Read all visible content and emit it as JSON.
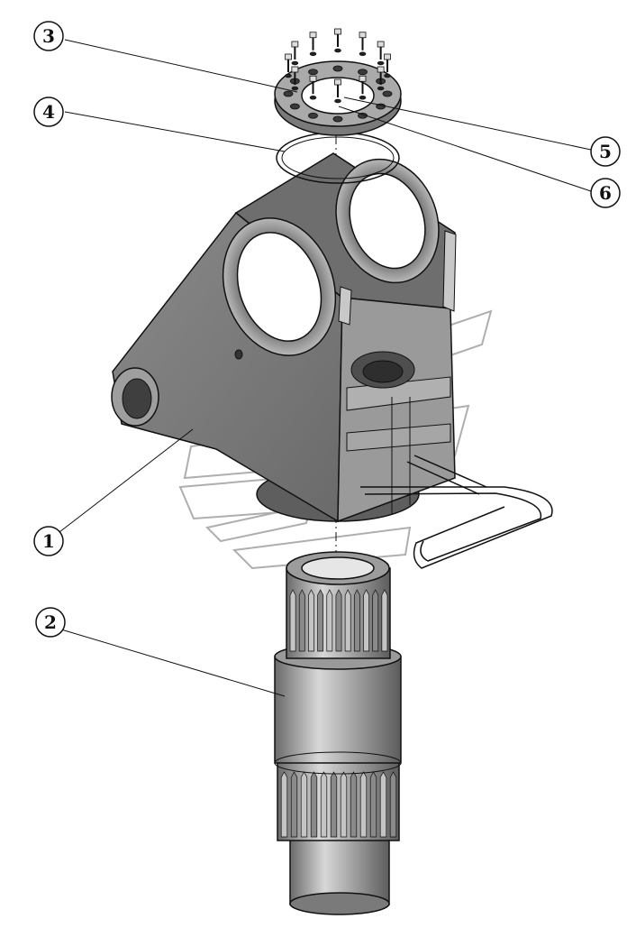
{
  "diagram": {
    "callouts": [
      {
        "id": "1",
        "label": "1"
      },
      {
        "id": "2",
        "label": "2"
      },
      {
        "id": "3",
        "label": "3"
      },
      {
        "id": "4",
        "label": "4"
      },
      {
        "id": "5",
        "label": "5"
      },
      {
        "id": "6",
        "label": "6"
      }
    ],
    "colors": {
      "body_dark": "#6e6e6e",
      "body_mid": "#8c8c8c",
      "body_light": "#b4b4b4",
      "ring": "#c8c8c8",
      "line": "#111111",
      "watermark": "#9a9a9a"
    }
  }
}
